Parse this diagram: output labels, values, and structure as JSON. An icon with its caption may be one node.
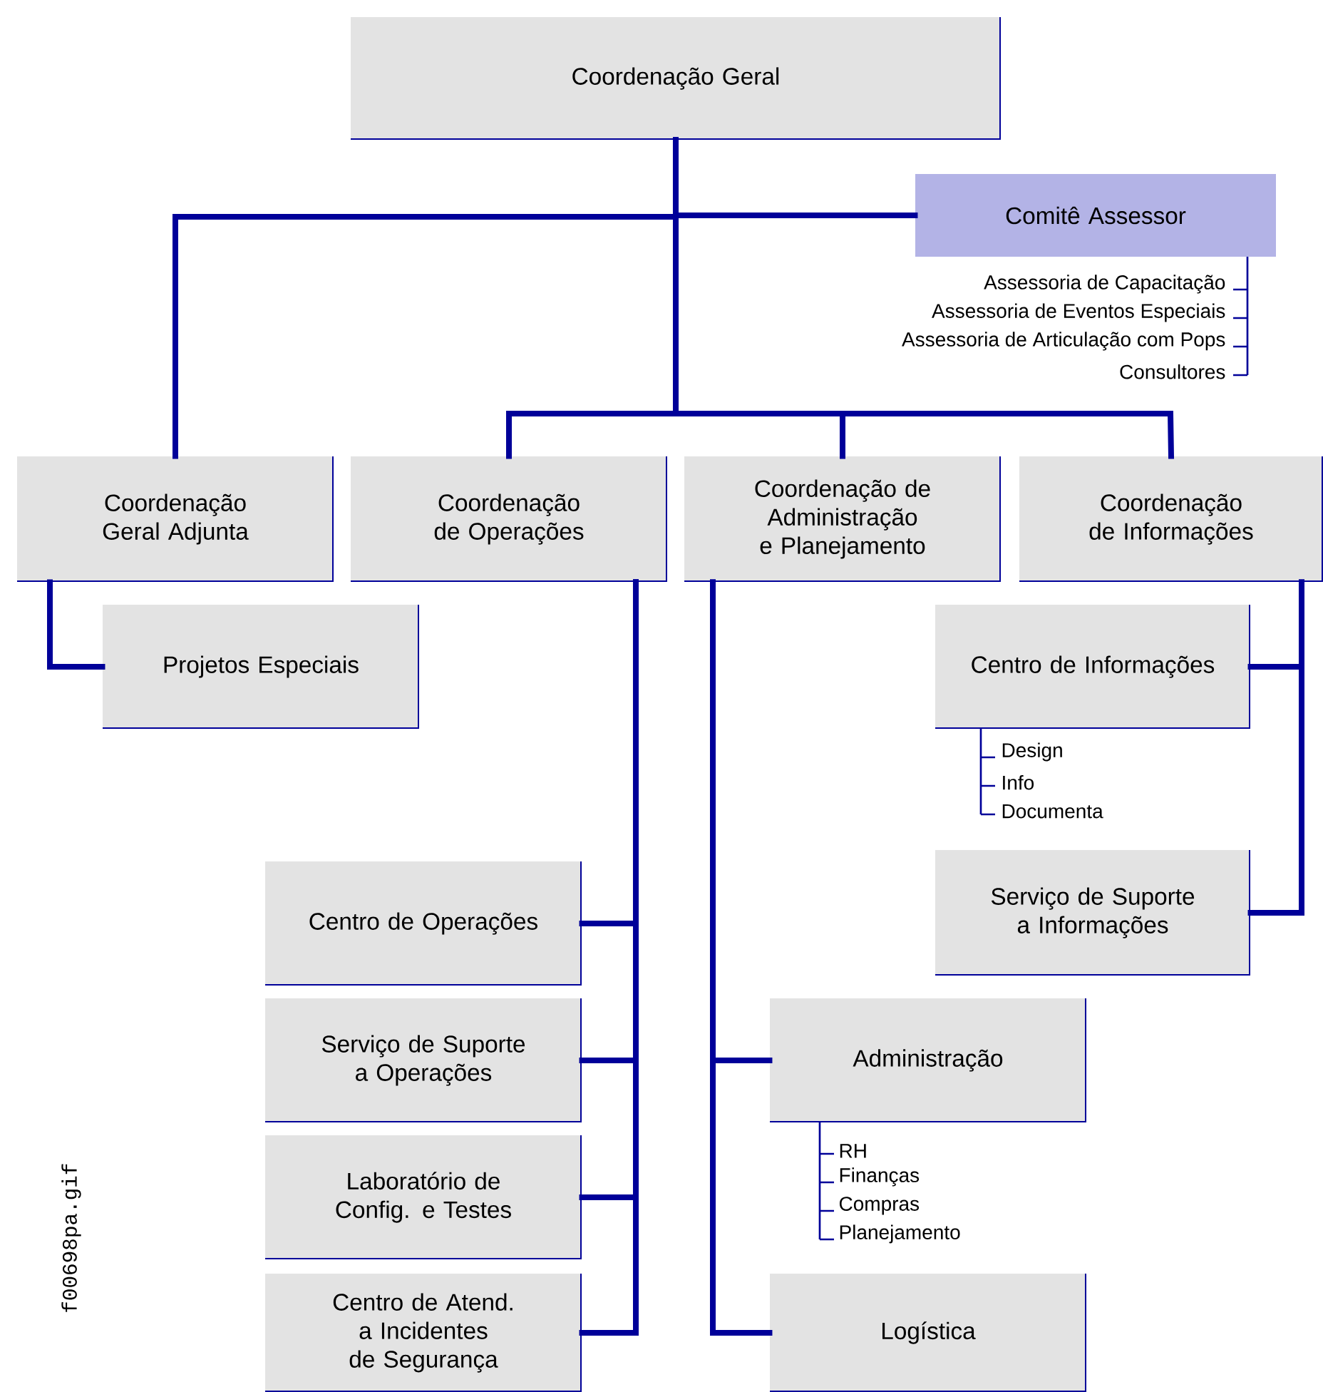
{
  "diagram": {
    "nodes": [
      {
        "text": [
          "Coordenação Geral"
        ]
      },
      {
        "text": [
          "Comitê Assessor"
        ],
        "beside": [
          "Assessoria de Capacitação",
          "Assessoria de Eventos Especiais",
          "Assessoria de Articulação com Pops",
          "Consultores"
        ]
      },
      {
        "text": [
          "Coordenação Geral Adjunta"
        ]
      },
      {
        "text": [
          "Coordenação de Operações"
        ]
      },
      {
        "text": [
          "Coordenação de Administração e Planejamento"
        ]
      },
      {
        "text": [
          "Coordenação de Informações"
        ]
      },
      {
        "text": [
          "Projetos Especiais"
        ]
      },
      {
        "text": [
          "Centro de Informações"
        ],
        "beside": [
          "Design",
          "Info",
          "Documenta"
        ]
      },
      {
        "text": [
          "Serviço de Suporte a Informações"
        ]
      },
      {
        "text": [
          "Centro de Operações"
        ]
      },
      {
        "text": [
          "Serviço de Suporte a Operações"
        ]
      },
      {
        "text": [
          "Laboratório de Config. e Testes"
        ]
      },
      {
        "text": [
          "Centro de Atend. a Incidentes de Segurança"
        ]
      },
      {
        "text": [
          "Administração"
        ],
        "beside": [
          "RH",
          "Finanças",
          "Compras",
          "Planejamento"
        ]
      },
      {
        "text": [
          "Logística"
        ]
      }
    ],
    "edges": [
      {
        "from": 0,
        "to": 1,
        "arrow": "none"
      },
      {
        "from": 0,
        "to": 2,
        "arrow": "none"
      },
      {
        "from": 0,
        "to": 3,
        "arrow": "none"
      },
      {
        "from": 0,
        "to": 4,
        "arrow": "none"
      },
      {
        "from": 0,
        "to": 5,
        "arrow": "none"
      },
      {
        "from": 2,
        "to": 6,
        "arrow": "none"
      },
      {
        "from": 3,
        "to": 9,
        "arrow": "none"
      },
      {
        "from": 3,
        "to": 10,
        "arrow": "none"
      },
      {
        "from": 3,
        "to": 11,
        "arrow": "none"
      },
      {
        "from": 3,
        "to": 12,
        "arrow": "none"
      },
      {
        "from": 4,
        "to": 13,
        "arrow": "none"
      },
      {
        "from": 4,
        "to": 14,
        "arrow": "none"
      },
      {
        "from": 5,
        "to": 7,
        "arrow": "none"
      },
      {
        "from": 5,
        "to": 8,
        "arrow": "none"
      }
    ],
    "labels": [
      "f00698pa.gif"
    ]
  }
}
